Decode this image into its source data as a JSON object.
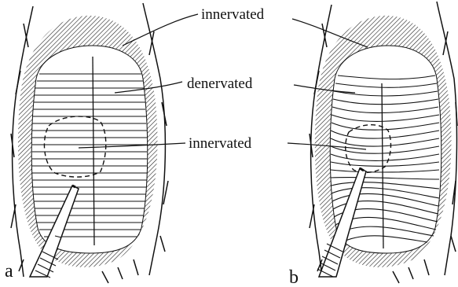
{
  "figure": {
    "labels": {
      "top": "innervated",
      "middle": "denervated",
      "center": "innervated"
    },
    "panels": [
      {
        "letter": "a"
      },
      {
        "letter": "b"
      }
    ],
    "colors": {
      "ink": "#111111",
      "background": "#ffffff"
    }
  }
}
